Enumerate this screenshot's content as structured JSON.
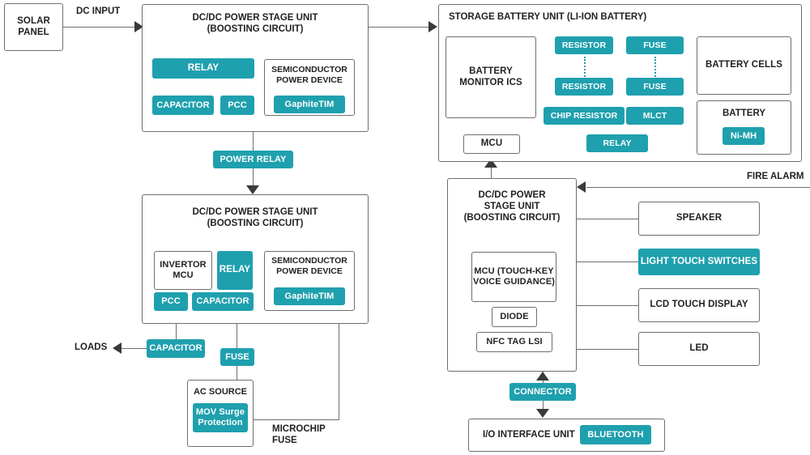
{
  "diagram": {
    "title": "Solar power conditioning and storage battery system block diagram",
    "accent_color": "#1fa0ae",
    "line_color": "#6d6e71",
    "text_color": "#231f20"
  },
  "blocks": {
    "solar_panel": "SOLAR\nPANEL",
    "dcdc_top": "DC/DC POWER STAGE UNIT\n(BOOSTING CIRCUIT)",
    "dcdc_bottom": "DC/DC POWER STAGE UNIT\n(BOOSTING CIRCUIT)",
    "dcdc_right": "DC/DC POWER\nSTAGE UNIT\n(BOOSTING CIRCUIT)",
    "storage_battery_unit": "STORAGE BATTERY UNIT (LI-ION BATTERY)",
    "battery_monitor_ics": "BATTERY\nMONITOR\nICS",
    "mcu": "MCU",
    "battery_cells": "BATTERY\nCELLS",
    "battery": "BATTERY",
    "semiconductor_power_device_top": "SEMICONDUCTOR\nPOWER DEVICE",
    "semiconductor_power_device_bottom": "SEMICONDUCTOR\nPOWER DEVICE",
    "invertor_mcu": "INVERTOR\nMCU",
    "mcu_touch_key": "MCU\n(TOUCH-KEY\nVOICE GUIDANCE)",
    "diode": "DIODE",
    "nfc_tag_lsi": "NFC TAG LSI",
    "ac_source": "AC SOURCE",
    "speaker": "SPEAKER",
    "lcd_touch_display": "LCD TOUCH DISPLAY",
    "led": "LED",
    "io_interface_unit": "I/O INTERFACE UNIT"
  },
  "teal_parts": {
    "relay_top": "RELAY",
    "capacitor_top": "CAPACITOR",
    "pcc_top": "PCC",
    "graphitetim_top": "GaphiteTIM",
    "power_relay": "POWER RELAY",
    "relay_bottom": "RELAY",
    "pcc_bottom": "PCC",
    "capacitor_bottom": "CAPACITOR",
    "graphitetim_bottom": "GaphiteTIM",
    "capacitor_out": "CAPACITOR",
    "fuse_out": "FUSE",
    "mov_surge_protection": "MOV Surge\nProtection",
    "resistor_1": "RESISTOR",
    "resistor_2": "RESISTOR",
    "fuse_1": "FUSE",
    "fuse_2": "FUSE",
    "chip_resistor": "CHIP RESISTOR",
    "mlct": "MLCT",
    "relay_storage": "RELAY",
    "ni_mh": "Ni-MH",
    "light_touch_switches": "LIGHT TOUCH SWITCHES",
    "connector": "CONNECTOR",
    "bluetooth": "BLUETOOTH"
  },
  "annotations": {
    "dc_input": "DC INPUT",
    "loads": "LOADS",
    "microchip_fuse": "MICROCHIP\nFUSE",
    "fire_alarm": "FIRE ALARM"
  }
}
